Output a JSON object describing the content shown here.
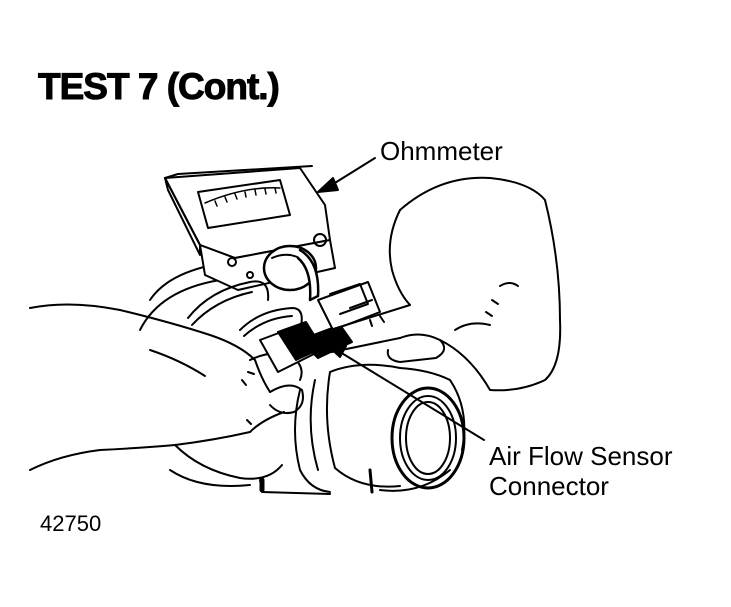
{
  "title": "TEST 7 (Cont.)",
  "callouts": {
    "ohmmeter": "Ohmmeter",
    "air_flow_line1": "Air Flow Sensor",
    "air_flow_line2": "Connector"
  },
  "figure_number": "42750",
  "colors": {
    "ink": "#000000",
    "paper": "#ffffff"
  }
}
